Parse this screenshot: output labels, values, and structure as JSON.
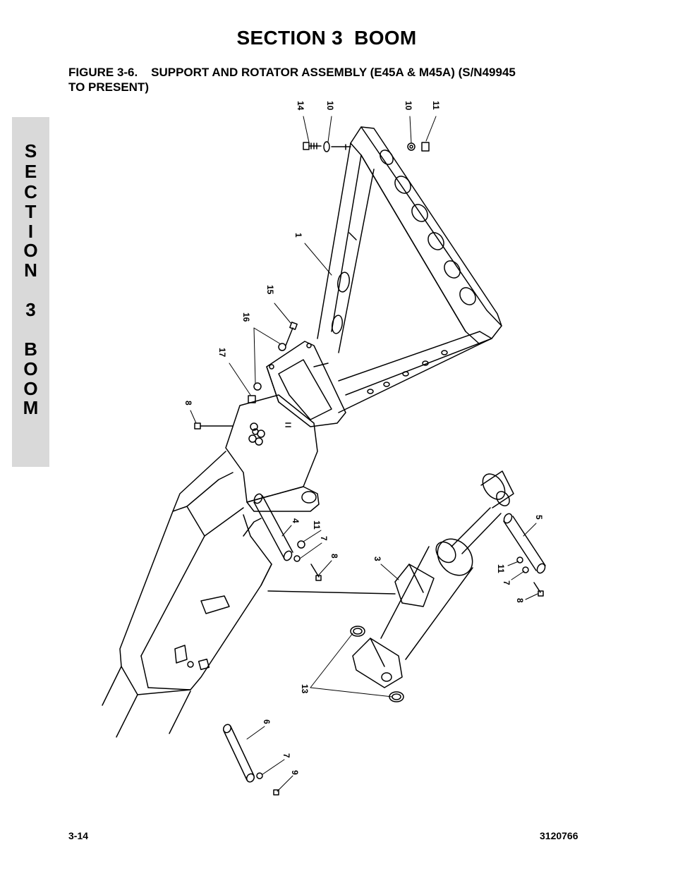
{
  "header": {
    "section_title": "SECTION 3  BOOM",
    "figure_title": "FIGURE 3-6.    SUPPORT AND ROTATOR ASSEMBLY (E45A & M45A) (S/N49945\nTO PRESENT)"
  },
  "side_tab": {
    "letters": [
      "S",
      "E",
      "C",
      "T",
      "I",
      "O",
      "N",
      "",
      "3",
      "",
      "B",
      "O",
      "O",
      "M"
    ]
  },
  "callouts": {
    "c14": "14",
    "c10a": "10",
    "c10b": "10",
    "c11a": "11",
    "c1": "1",
    "c15": "15",
    "c16": "16",
    "c17": "17",
    "c8a": "8",
    "c4": "4",
    "c11b": "11",
    "c7a": "7",
    "c8b": "8",
    "c3": "3",
    "c5": "5",
    "c11c": "11",
    "c7b": "7",
    "c8c": "8",
    "c13": "13",
    "c6": "6",
    "c7c": "7",
    "c9": "9"
  },
  "footer": {
    "page_number": "3-14",
    "doc_number": "3120766"
  }
}
